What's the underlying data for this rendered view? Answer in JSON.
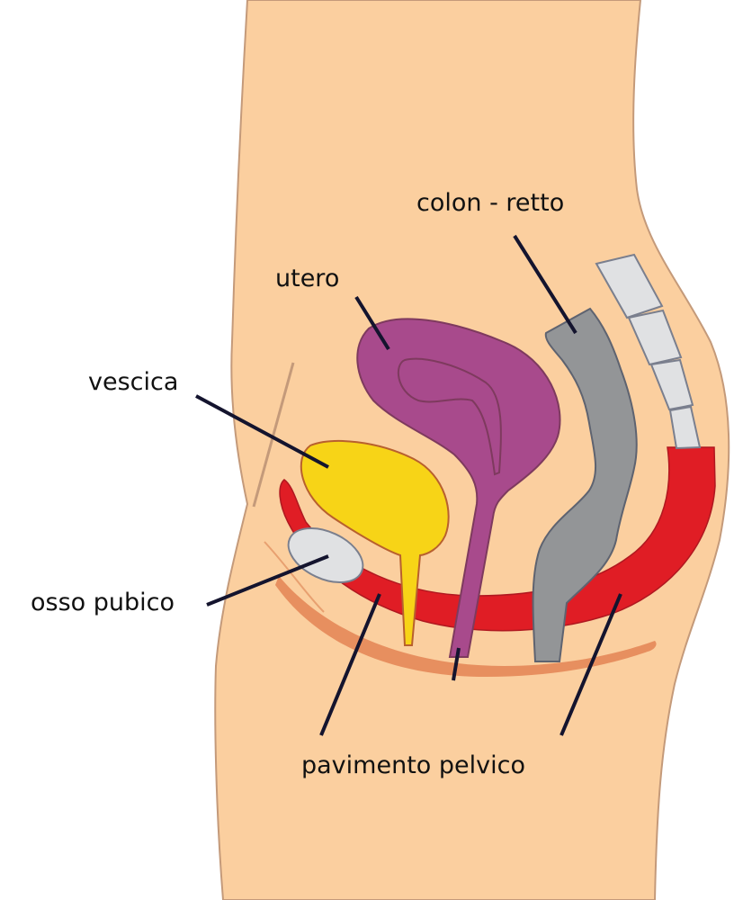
{
  "diagram": {
    "title": "Female pelvic anatomy (sagittal section)",
    "labels": {
      "colon_retto": "colon - retto",
      "utero": "utero",
      "vescica": "vescica",
      "osso_pubico": "osso pubico",
      "pavimento_pelvico": "pavimento pelvico"
    },
    "colors": {
      "skin": "#FBCF9F",
      "skin_outline": "#C49A7A",
      "uterus": "#A84A8C",
      "bladder": "#F7D417",
      "pelvic_floor": "#E01D25",
      "colon": "#939597",
      "bone": "#E0E1E3",
      "perineum": "#E78F5F",
      "leader_line": "#14142E"
    }
  }
}
